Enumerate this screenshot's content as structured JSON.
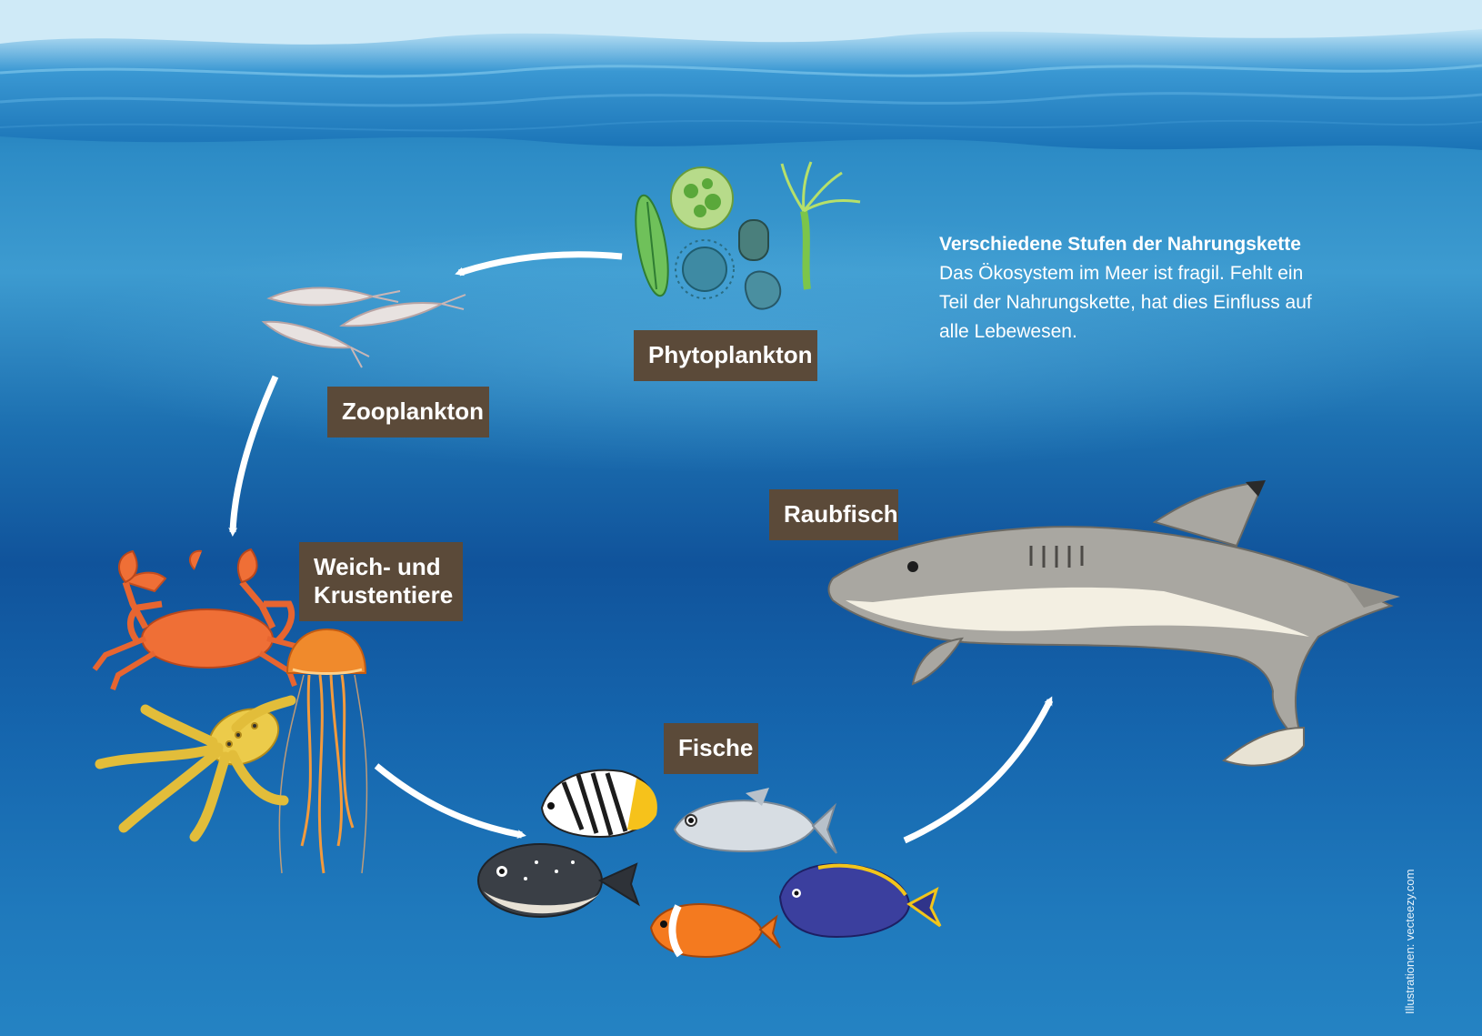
{
  "labels": {
    "phytoplankton": "Phytoplankton",
    "zooplankton": "Zooplankton",
    "weich": "Weich- und\nKrustentiere",
    "fische": "Fische",
    "raubfisch": "Raubfisch"
  },
  "info": {
    "title": "Verschiedene Stufen der Nahrungskette",
    "body": "Das Ökosystem im Meer ist fragil. Fehlt ein Teil der Nahrungskette, hat dies Einfluss auf alle Lebewesen."
  },
  "credit": "Illustrationen: vecteezy.com",
  "colors": {
    "label_bg": "#5b4a39",
    "ocean_top": "#2d8cc6",
    "ocean_deep": "#10539b"
  },
  "icons": [
    "phytoplankton-icon",
    "shrimp-icon",
    "crab-icon",
    "jellyfish-icon",
    "octopus-icon",
    "butterflyfish-icon",
    "trevally-icon",
    "pufferfish-icon",
    "surgeonfish-icon",
    "clownfish-icon",
    "shark-icon",
    "arrow-icon"
  ]
}
